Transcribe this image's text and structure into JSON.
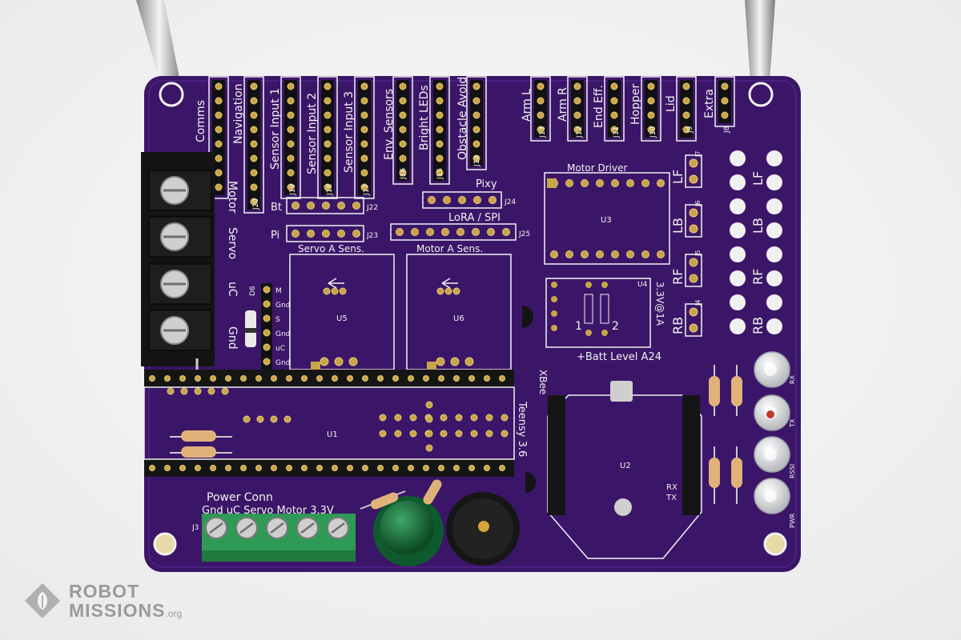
{
  "board": {
    "header_labels": [
      "Comms",
      "Navigation",
      "Sensor Input 1",
      "Sensor Input 2",
      "Sensor Input 3",
      "Env. Sensors",
      "Bright LEDs",
      "Obstacle Avoid",
      "Arm L",
      "Arm R",
      "End Eff.",
      "Hopper",
      "Lid",
      "Extra"
    ],
    "header_refs": [
      "J20",
      "J19",
      "J18",
      "J17",
      "J16",
      "J15",
      "J14",
      "J13",
      "J12",
      "J11",
      "J10",
      "J9",
      "J8"
    ],
    "side_labels": [
      "Motor",
      "Servo",
      "uC",
      "Gnd"
    ],
    "header_pins": [
      "M",
      "Gnd",
      "S",
      "Gnd",
      "uC",
      "Gnd"
    ],
    "connectors": {
      "bt": "Bt",
      "pi": "Pi",
      "j22": "J22",
      "j23": "J23",
      "pixy": "Pixy",
      "j24": "J24",
      "lora": "LoRA / SPI",
      "j25": "J25",
      "d6": "D6"
    },
    "sense": {
      "servo": "Servo A Sens.",
      "motor": "Motor A Sens.",
      "u5": "U5",
      "u6": "U6"
    },
    "motor_driver": {
      "title": "Motor Driver",
      "ref": "U3"
    },
    "corners": {
      "lf": "LF",
      "lb": "LB",
      "rf": "RF",
      "rb": "RB",
      "j7": "J7",
      "j6": "J6",
      "j5": "J5",
      "j4": "J4"
    },
    "regulator": {
      "ref": "U4",
      "voltage": "3.3V@1A",
      "pin1": "1",
      "pin2": "2",
      "batt": "+Batt Level A24"
    },
    "xbee": {
      "label": "XBee",
      "ref": "U2",
      "rx": "RX",
      "tx": "TX"
    },
    "teensy": {
      "label": "Teensy 3.6",
      "ref": "U1"
    },
    "power": {
      "title": "Power Conn",
      "pins": "Gnd  uC  Servo Motor 3.3V",
      "ref": "J3"
    },
    "leds": {
      "rx": "RX",
      "tx": "TX",
      "rssi": "RSSI",
      "pwr": "PWR"
    }
  },
  "logo": {
    "line1": "ROBOT",
    "line2": "MISSIONS",
    "suffix": ".org"
  },
  "colors": {
    "pcb": "#3b1668",
    "silkscreen": "#f2f2f2",
    "pad": "#c9a54a",
    "header": "#1c1c1c"
  }
}
